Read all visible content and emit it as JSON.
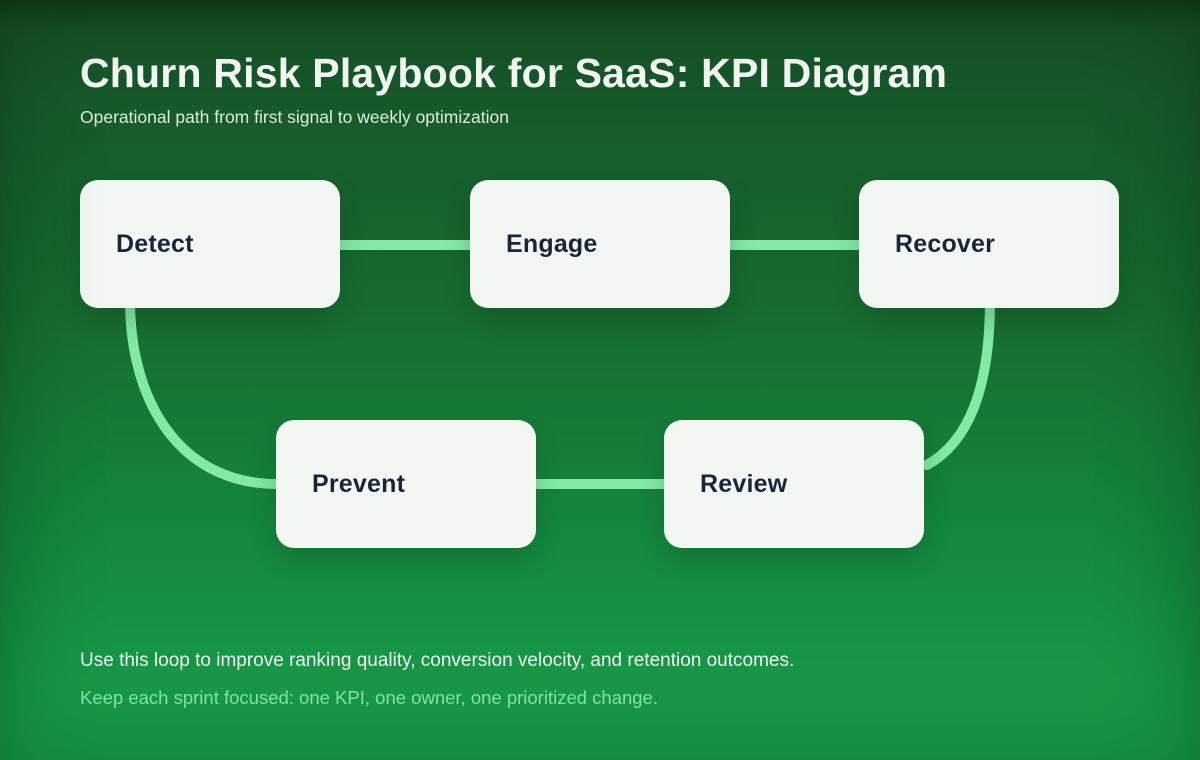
{
  "header": {
    "title": "Churn Risk Playbook for SaaS: KPI Diagram",
    "subtitle": "Operational path from first signal to weekly optimization"
  },
  "diagram": {
    "nodes": [
      {
        "id": "detect",
        "label": "Detect"
      },
      {
        "id": "engage",
        "label": "Engage"
      },
      {
        "id": "recover",
        "label": "Recover"
      },
      {
        "id": "prevent",
        "label": "Prevent"
      },
      {
        "id": "review",
        "label": "Review"
      }
    ],
    "edges": [
      {
        "from": "Detect",
        "to": "Engage"
      },
      {
        "from": "Engage",
        "to": "Recover"
      },
      {
        "from": "Recover",
        "to": "Review"
      },
      {
        "from": "Review",
        "to": "Prevent"
      },
      {
        "from": "Prevent",
        "to": "Detect"
      }
    ]
  },
  "footer": {
    "line1": "Use this loop to improve ranking quality, conversion velocity, and retention outcomes.",
    "line2": "Keep each sprint focused: one KPI, one owner, one prioritized change."
  },
  "colors": {
    "bg_top": "#134a1d",
    "bg_bottom": "#18a34c",
    "connector": "#84e8a6",
    "card_bg": "#f2f7f3",
    "card_text": "#1d2438",
    "title_text": "#f7fbf8",
    "subtitle_text": "#d9eedd",
    "footer_primary": "#eef8f1",
    "footer_accent": "#86e9ab"
  }
}
